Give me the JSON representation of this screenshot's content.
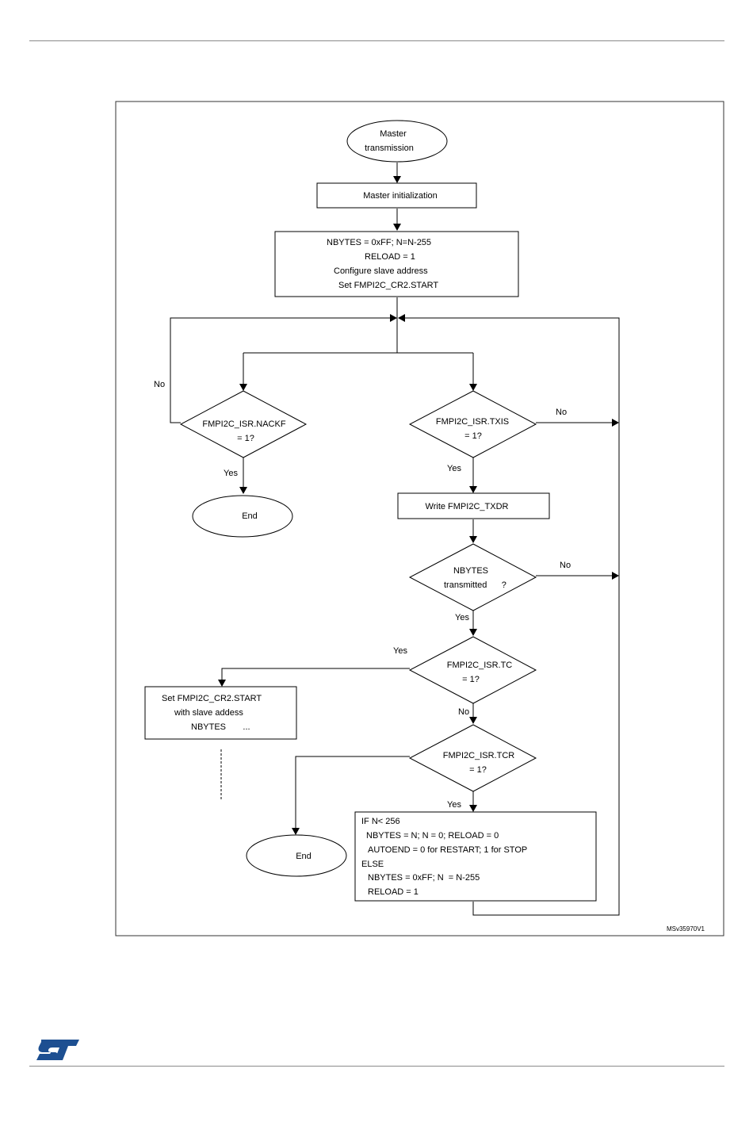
{
  "diagram": {
    "start": {
      "line1": "Master",
      "line2": "transmission"
    },
    "init": "Master initialization",
    "setup": {
      "line1": "NBYTES = 0xFF; N=N-255",
      "line2": "RELOAD = 1",
      "line3": "Configure slave address",
      "line4": "Set FMPI2C_CR2.START"
    },
    "nackf": {
      "line1": "FMPI2C_ISR.NACKF",
      "line2": "=  1?"
    },
    "txis": {
      "line1": "FMPI2C_ISR.TXIS",
      "line2": "= 1?"
    },
    "end_label": "End",
    "write_txdr": "Write FMPI2C_TXDR",
    "nbytes_tx": {
      "line1": "NBYTES",
      "line2": "transmitted      ?"
    },
    "tc": {
      "line1": "FMPI2C_ISR.TC",
      "line2": "=  1?"
    },
    "restart": {
      "line1": "Set FMPI2C_CR2.START",
      "line2": "with slave addess",
      "line3": "NBYTES       ..."
    },
    "tcr": {
      "line1": "FMPI2C_ISR.TCR",
      "line2": "=  1?"
    },
    "reload_block": {
      "line1": "IF N< 256",
      "line2": "NBYTES = N; N = 0; RELOAD = 0",
      "line3": "AUTOEND = 0 for RESTART; 1 for STOP",
      "line4": "ELSE",
      "line5": "NBYTES = 0xFF; N  = N-255",
      "line6": "RELOAD = 1"
    },
    "yes": "Yes",
    "no": "No",
    "ref": "MSv35970V1"
  },
  "logo": {
    "name": "st-logo",
    "color": "#1d4f91"
  }
}
